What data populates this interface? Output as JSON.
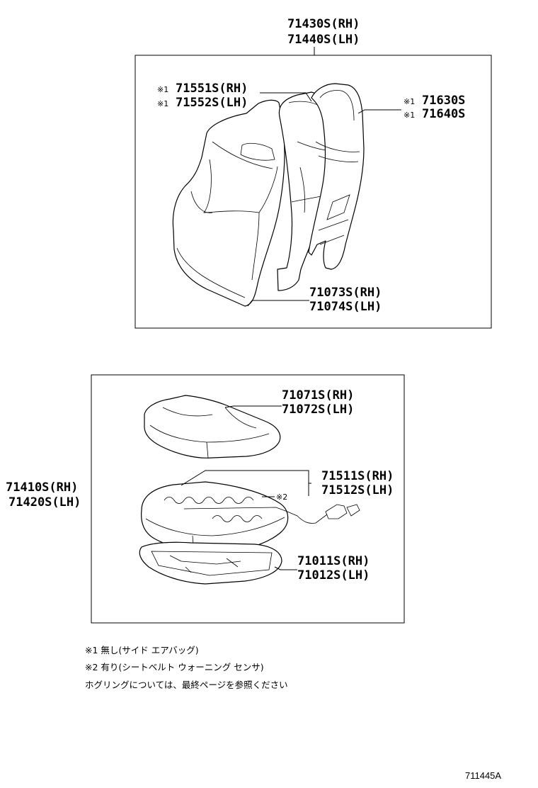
{
  "top_assembly": {
    "rh": "71430S(RH)",
    "lh": "71440S(LH)"
  },
  "back_cover": {
    "mark": "※1",
    "rh": "71551S(RH)",
    "lh": "71552S(LH)"
  },
  "back_frame": {
    "mark": "※1",
    "p1": "71630S",
    "p2": "71640S"
  },
  "back_pad": {
    "rh": "71073S(RH)",
    "lh": "71074S(LH)"
  },
  "cushion_assembly": {
    "rh": "71410S(RH)",
    "lh": "71420S(LH)"
  },
  "cushion_cover": {
    "rh": "71071S(RH)",
    "lh": "71072S(LH)"
  },
  "sensor": {
    "mark": "※2",
    "rh": "71511S(RH)",
    "lh": "71512S(LH)"
  },
  "cushion_frame": {
    "rh": "71011S(RH)",
    "lh": "71012S(LH)"
  },
  "notes": [
    "※1  無し(サイド エアバッグ)",
    "※2  有り(シートベルト ウォーニング センサ)",
    "ホグリングについては、最終ページを参照ください"
  ],
  "diagram_code": "711445A"
}
